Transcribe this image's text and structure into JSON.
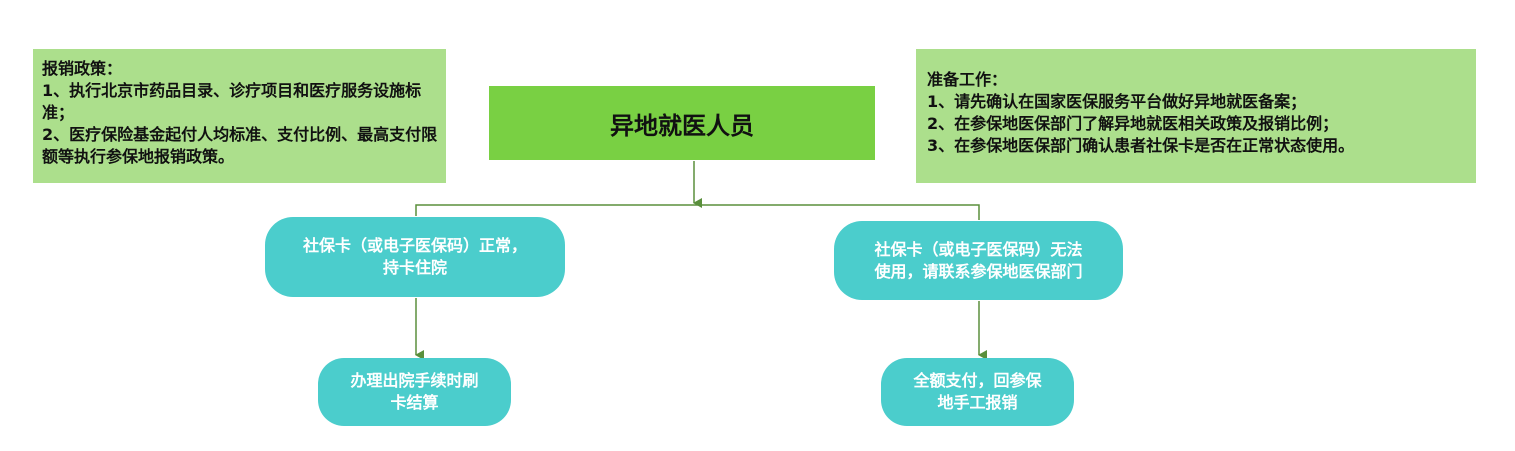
{
  "root": {
    "label": "异地就医人员"
  },
  "policy_note": {
    "lines": [
      "报销政策：",
      "1、执行北京市药品目录、诊疗项目和医疗服务设施标准；",
      "2、医疗保险基金起付人均标准、支付比例、最高支付限额等执行参保地报销政策。"
    ]
  },
  "prep_note": {
    "lines": [
      "准备工作：",
      "1、请先确认在国家医保服务平台做好异地就医备案；",
      "2、在参保地医保部门了解异地就医相关政策及报销比例；",
      "3、在参保地医保部门确认患者社保卡是否在正常状态使用。"
    ]
  },
  "branches": {
    "left": {
      "lines": [
        "社保卡（或电子医保码）正常，",
        "持卡住院"
      ]
    },
    "right": {
      "lines": [
        "社保卡（或电子医保码）无法",
        "使用，请联系参保地医保部门"
      ]
    }
  },
  "leaves": {
    "left": {
      "lines": [
        "办理出院手续时刷",
        "卡结算"
      ]
    },
    "right": {
      "lines": [
        "全额支付，回参保",
        "地手工报销"
      ]
    }
  },
  "colors": {
    "note_bg": "#acdf8c",
    "root_bg": "#79d043",
    "pill_bg": "#4bcdcc",
    "connector": "#5a8f3c"
  }
}
